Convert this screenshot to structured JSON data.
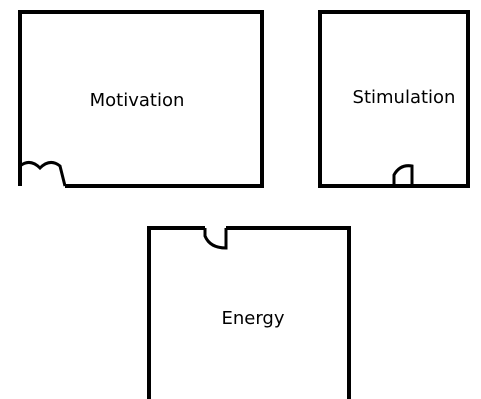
{
  "rooms": [
    {
      "id": "motivation",
      "label": "Motivation"
    },
    {
      "id": "stimulation",
      "label": "Stimulation"
    },
    {
      "id": "energy",
      "label": "Energy"
    }
  ],
  "colors": {
    "background": "#ffffff",
    "line": "#000000",
    "text": "#000000"
  }
}
